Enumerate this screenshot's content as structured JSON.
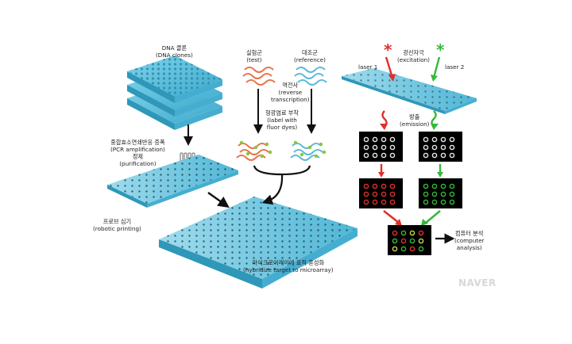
{
  "labels": {
    "dna_clones": [
      "DNA 클론",
      "(DNA clones)"
    ],
    "pcr": [
      "중합효소연쇄반응 증폭",
      "(PCR amplification)",
      "정제",
      "(purification)"
    ],
    "robotic": [
      "프로브 심기",
      "(robotic printing)"
    ],
    "test": [
      "실험군",
      "(test)"
    ],
    "reference": [
      "대조군",
      "(reference)"
    ],
    "reverse": [
      "역전사",
      "(reverse",
      "transcription)"
    ],
    "fluor": [
      "형광염료 부착",
      "(label with",
      "fluor dyes)"
    ],
    "hybridize": [
      "마이크로어레이에 표적 혼성화",
      "(hybridize target to microarray)"
    ],
    "excitation": [
      "광선자극",
      "(excitation)"
    ],
    "laser1": "laser 1",
    "laser2": "laser 2",
    "emission": [
      "방출",
      "(emission)"
    ],
    "computer": [
      "컴퓨터 분석",
      "(computer",
      "analysis)"
    ]
  },
  "logo": "NAVER",
  "colors": {
    "plate": "#5bc2de",
    "plate_dark": "#2f97b8",
    "test_strand": "#e8744a",
    "reference_strand": "#5ab9dc",
    "dye": "#8bc53f",
    "red": "#e0302a",
    "green": "#35b93a"
  }
}
